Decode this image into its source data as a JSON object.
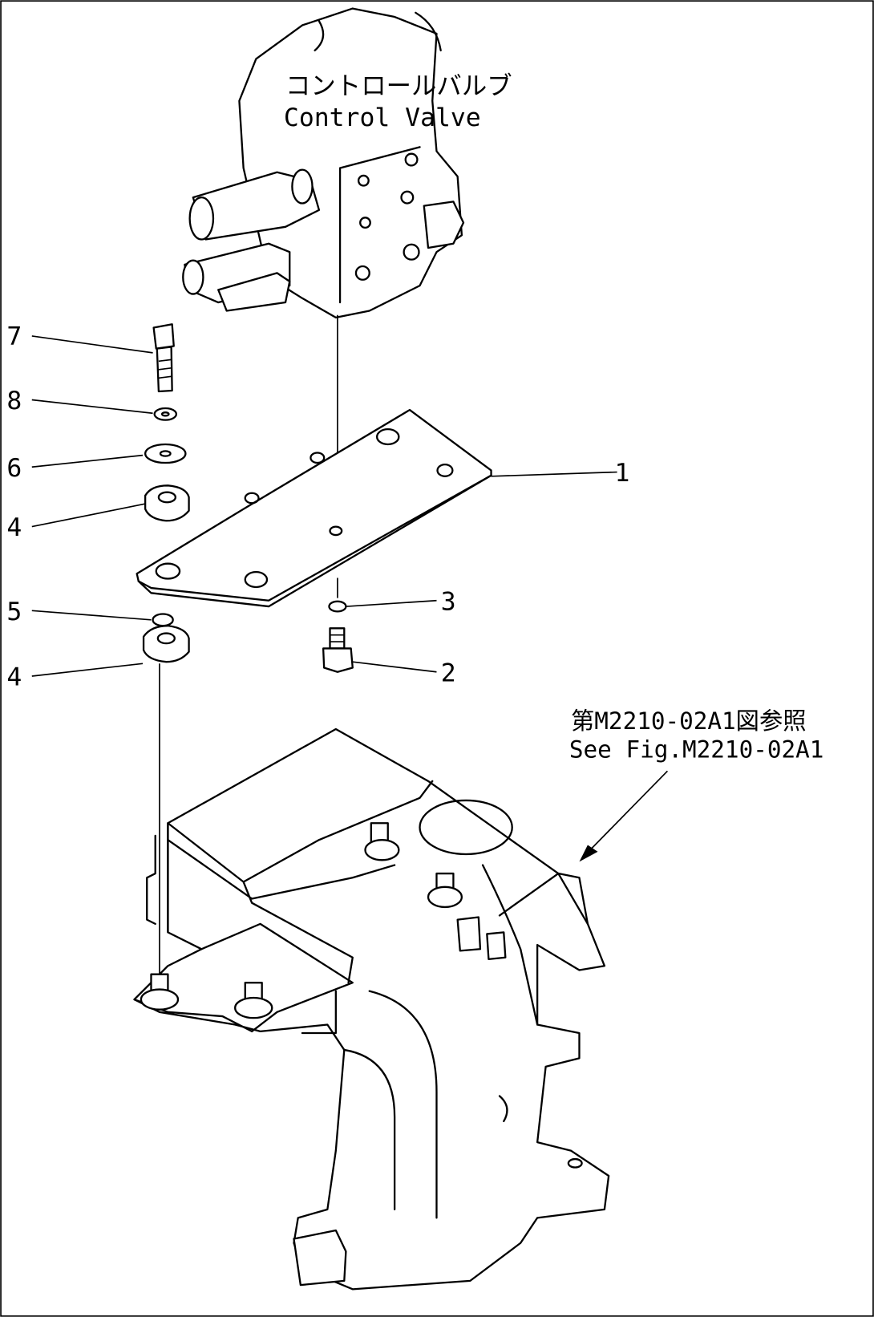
{
  "control_valve": {
    "label_jp": "コントロールバルブ",
    "label_en": "Control Valve"
  },
  "reference": {
    "label_jp": "第M2210-02A1図参照",
    "label_en": "See Fig.M2210-02A1"
  },
  "callouts": [
    {
      "part": "7"
    },
    {
      "part": "8"
    },
    {
      "part": "6"
    },
    {
      "part": "4"
    },
    {
      "part": "5"
    },
    {
      "part": "4"
    },
    {
      "part": "1"
    },
    {
      "part": "3"
    },
    {
      "part": "2"
    }
  ]
}
